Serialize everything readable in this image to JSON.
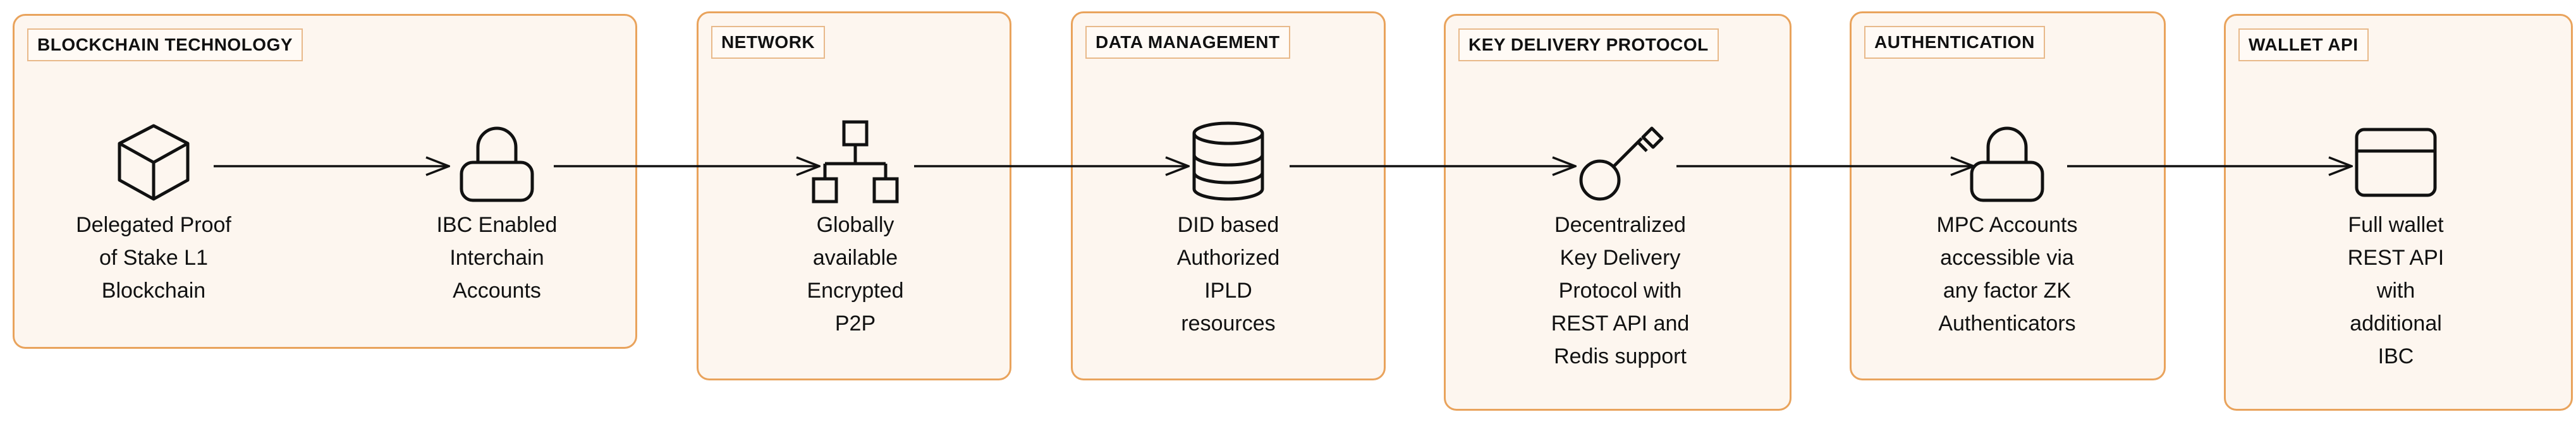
{
  "groups": [
    {
      "id": "blockchain",
      "label": "BLOCKCHAIN TECHNOLOGY"
    },
    {
      "id": "network",
      "label": "NETWORK"
    },
    {
      "id": "data",
      "label": "DATA MANAGEMENT"
    },
    {
      "id": "key",
      "label": "KEY DELIVERY PROTOCOL"
    },
    {
      "id": "auth",
      "label": "AUTHENTICATION"
    },
    {
      "id": "wallet",
      "label": "WALLET API"
    }
  ],
  "nodes": [
    {
      "id": "dpos",
      "icon": "cube-icon",
      "text": "Delegated Proof\nof Stake L1\nBlockchain"
    },
    {
      "id": "ibc",
      "icon": "lock-icon",
      "text": "IBC Enabled\nInterchain\nAccounts"
    },
    {
      "id": "p2p",
      "icon": "network-icon",
      "text": "Globally\navailable\nEncrypted\nP2P"
    },
    {
      "id": "ipld",
      "icon": "database-icon",
      "text": "DID based\nAuthorized\nIPLD\nresources"
    },
    {
      "id": "kdp",
      "icon": "key-icon",
      "text": "Decentralized\nKey Delivery\nProtocol with\nREST API and\nRedis support"
    },
    {
      "id": "mpc",
      "icon": "lock-icon",
      "text": "MPC Accounts\naccessible via\nany factor ZK\nAuthenticators"
    },
    {
      "id": "wallet",
      "icon": "card-icon",
      "text": "Full wallet\nREST API\nwith\nadditional\nIBC"
    }
  ],
  "colors": {
    "group_border": "#e9a35c",
    "group_fill": "#fdf6ef",
    "label_border": "#e8b98a",
    "stroke": "#111111"
  }
}
